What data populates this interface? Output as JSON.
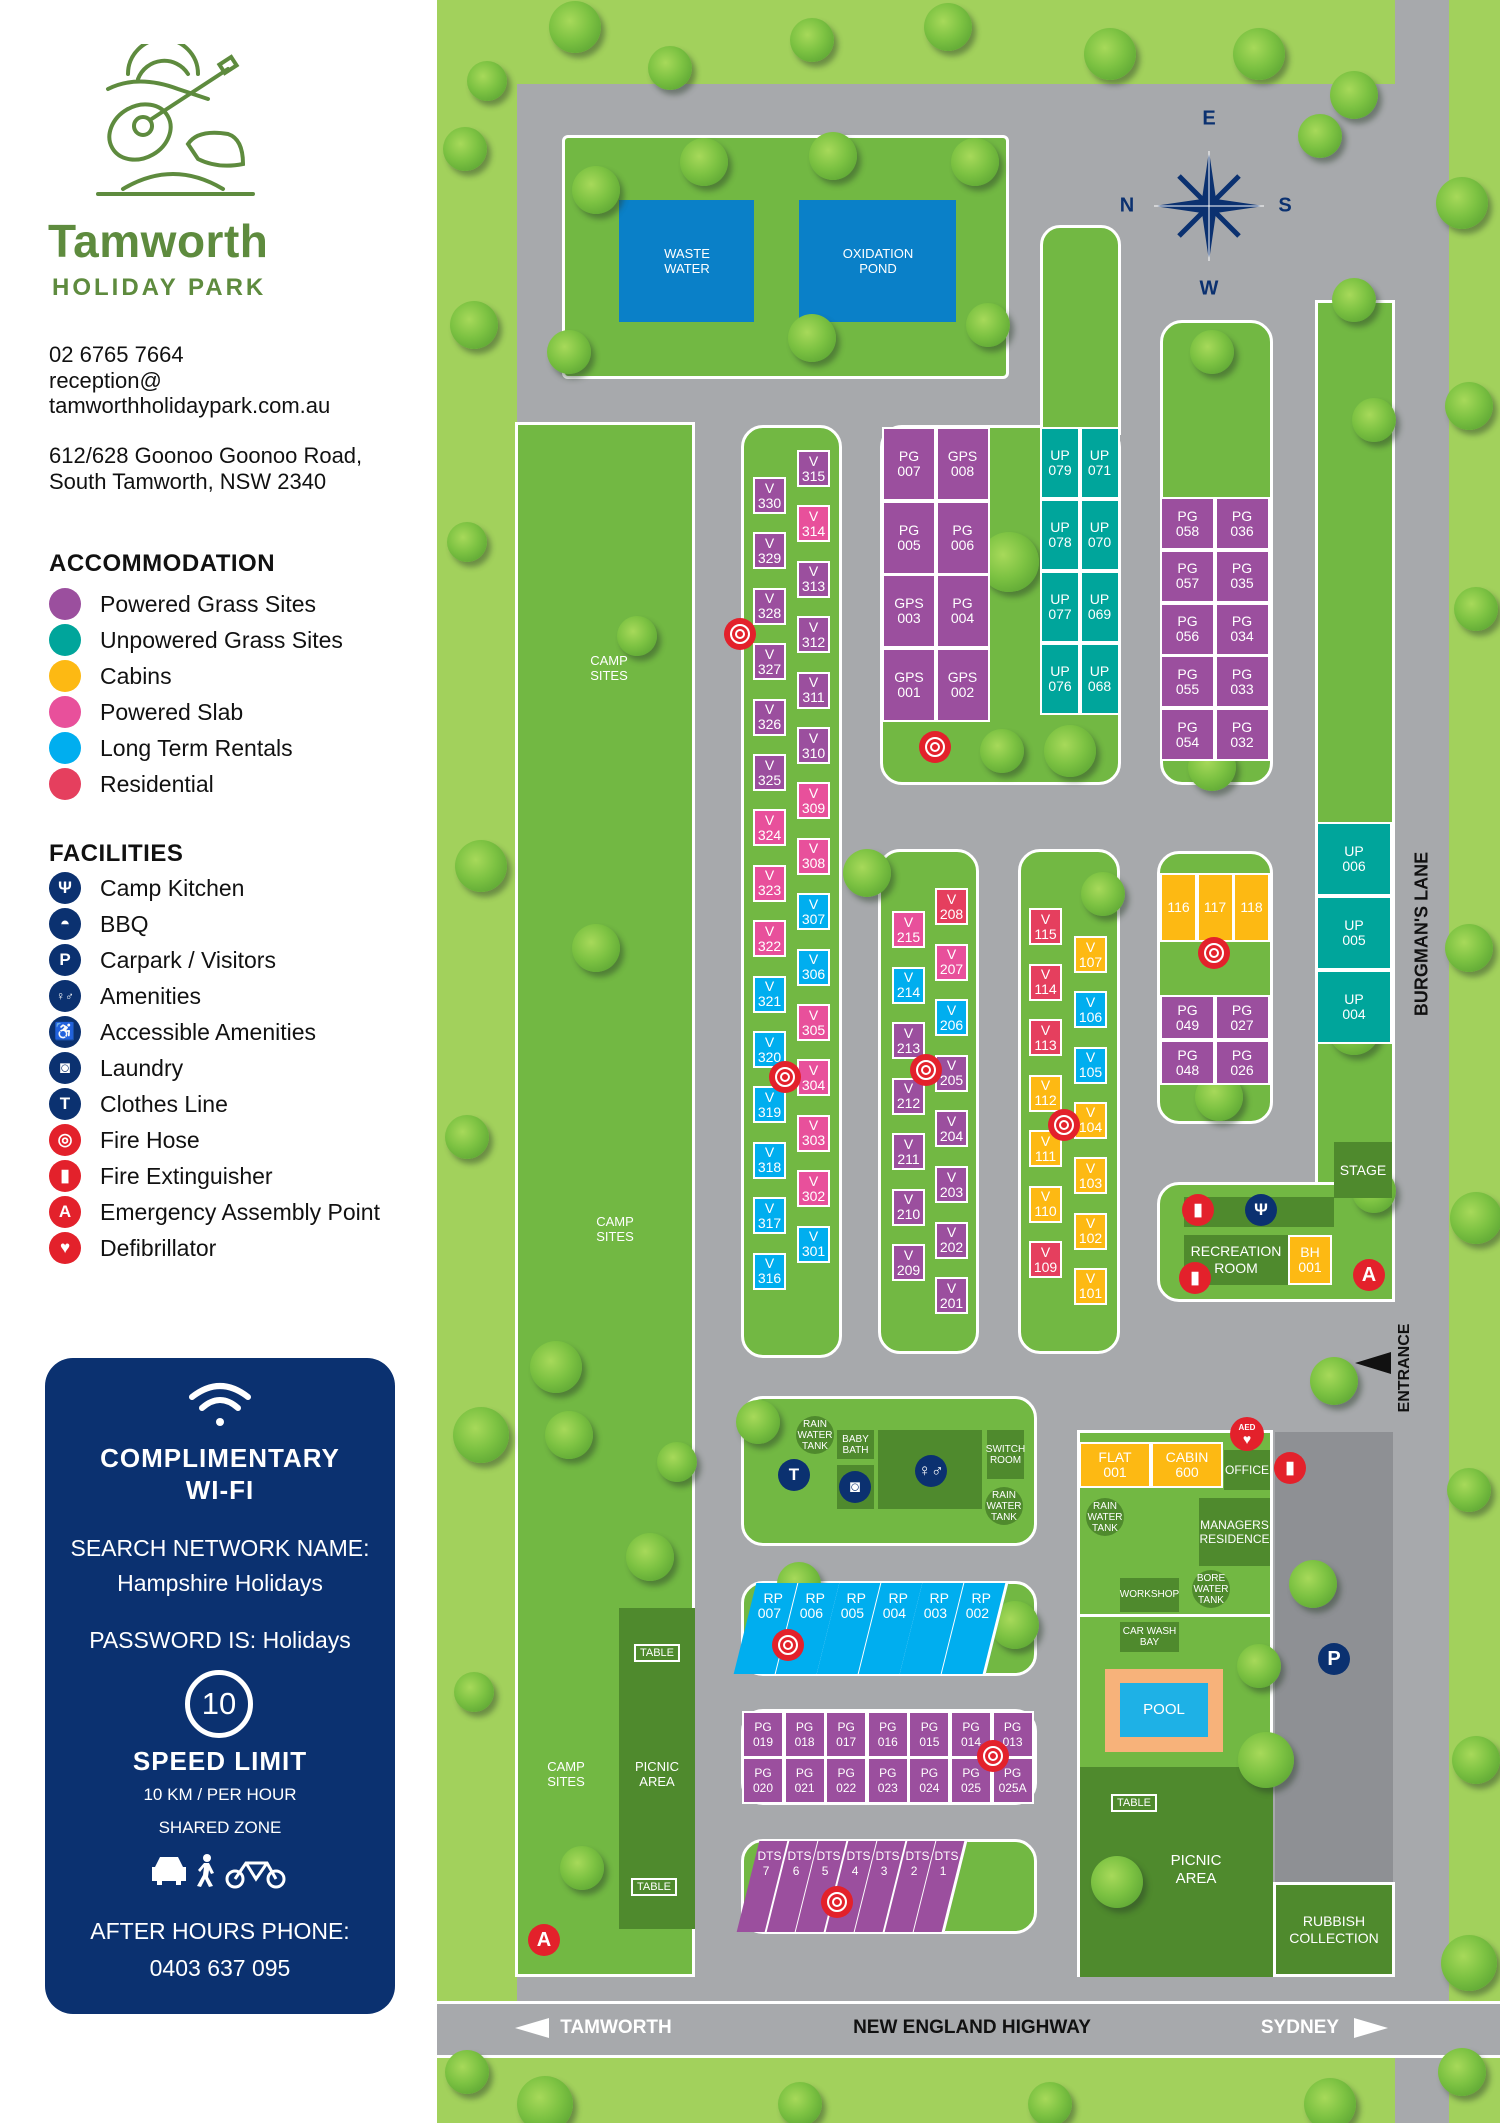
{
  "brand": {
    "name": "Tamworth",
    "subtitle": "HOLIDAY PARK",
    "logo_icon": "guitar-and-hat-logo",
    "color": "#5e8b3e"
  },
  "contact": {
    "phone": "02 6765 7664",
    "email_line1": "reception@",
    "email_line2": "tamworthholidaypark.com.au",
    "address_line1": "612/628 Goonoo Goonoo Road,",
    "address_line2": "South Tamworth, NSW 2340"
  },
  "accommodation": {
    "title": "ACCOMMODATION",
    "items": [
      {
        "label": "Powered Grass Sites",
        "color": "#9b4f9e"
      },
      {
        "label": "Unpowered Grass Sites",
        "color": "#00a59b"
      },
      {
        "label": "Cabins",
        "color": "#fdb913"
      },
      {
        "label": "Powered Slab",
        "color": "#e8509b"
      },
      {
        "label": "Long Term Rentals",
        "color": "#00aeef"
      },
      {
        "label": "Residential",
        "color": "#e53f5e"
      }
    ]
  },
  "facilities": {
    "title": "FACILITIES",
    "items": [
      {
        "label": "Camp Kitchen",
        "icon": "fork-knife-icon",
        "glyph": "Ψ"
      },
      {
        "label": "BBQ",
        "icon": "bbq-icon",
        "glyph": "◓"
      },
      {
        "label": "Carpark / Visitors",
        "icon": "parking-icon",
        "glyph": "P"
      },
      {
        "label": "Amenities",
        "icon": "toilets-icon",
        "glyph": "♀♂"
      },
      {
        "label": "Accessible Amenities",
        "icon": "wheelchair-icon",
        "glyph": "♿"
      },
      {
        "label": "Laundry",
        "icon": "washing-machine-icon",
        "glyph": "◙"
      },
      {
        "label": "Clothes Line",
        "icon": "shirt-icon",
        "glyph": "T"
      },
      {
        "label": "Fire Hose",
        "icon": "fire-hose-icon",
        "glyph": "◎"
      },
      {
        "label": "Fire Extinguisher",
        "icon": "fire-extinguisher-icon",
        "glyph": "▮"
      },
      {
        "label": "Emergency Assembly Point",
        "icon": "assembly-point-icon",
        "glyph": "A"
      },
      {
        "label": "Defibrillator",
        "icon": "defibrillator-icon",
        "glyph": "♥"
      }
    ]
  },
  "wifi": {
    "title1": "COMPLIMENTARY",
    "title2": "WI-FI",
    "network_label": "SEARCH NETWORK NAME:",
    "network_name": "Hampshire Holidays",
    "password": "PASSWORD IS: Holidays",
    "speed_value": "10",
    "speed_title": "SPEED LIMIT",
    "speed_unit": "10 KM / PER HOUR",
    "zone": "SHARED ZONE",
    "after_hours_label": "AFTER HOURS PHONE:",
    "after_hours_phone": "0403 637 095"
  },
  "colors": {
    "navy": "#0b3170",
    "grass": "#72b843",
    "road": "#a7a9ac",
    "fire": "#e3212b"
  },
  "map": {
    "compass": {
      "n": "N",
      "s": "S",
      "e": "E",
      "w": "W"
    },
    "roads": {
      "lane": "BURGMAN'S LANE",
      "entrance": "ENTRANCE",
      "highway": "NEW ENGLAND HIGHWAY",
      "left": "TAMWORTH",
      "right": "SYDNEY"
    },
    "labels": {
      "waste": "WASTE WATER",
      "oxidation": "OXIDATION POND",
      "camp1": "CAMP SITES",
      "camp2": "CAMP SITES",
      "camp3": "CAMP SITES",
      "picnic1": "PICNIC AREA",
      "picnic2": "PICNIC AREA",
      "table1": "TABLE",
      "table2": "TABLE",
      "table3": "TABLE",
      "rain1": "RAIN WATER TANK",
      "rain2": "RAIN WATER TANK",
      "rain3": "RAIN WATER TANK",
      "baby": "BABY BATH",
      "switch": "SWITCH ROOM",
      "office": "OFFICE",
      "managers": "MANAGERS RESIDENCE",
      "bore": "BORE WATER TANK",
      "workshop": "WORKSHOP",
      "carwash": "CAR WASH BAY",
      "pool": "POOL",
      "rubbish": "RUBBISH COLLECTION",
      "stage": "STAGE",
      "recreation": "RECREATION ROOM",
      "aed": "AED"
    },
    "sites": {
      "col300_left": [
        {
          "label": "V 330",
          "type": "pg"
        },
        {
          "label": "V 329",
          "type": "pg"
        },
        {
          "label": "V 328",
          "type": "pg"
        },
        {
          "label": "V 327",
          "type": "pg"
        },
        {
          "label": "V 326",
          "type": "pg"
        },
        {
          "label": "V 325",
          "type": "pg"
        },
        {
          "label": "V 324",
          "type": "slab"
        },
        {
          "label": "V 323",
          "type": "slab"
        },
        {
          "label": "V 322",
          "type": "slab"
        },
        {
          "label": "V 321",
          "type": "ltr"
        },
        {
          "label": "V 320",
          "type": "ltr"
        },
        {
          "label": "V 319",
          "type": "ltr"
        },
        {
          "label": "V 318",
          "type": "ltr"
        },
        {
          "label": "V 317",
          "type": "ltr"
        },
        {
          "label": "V 316",
          "type": "ltr"
        }
      ],
      "col300_right": [
        {
          "label": "V 315",
          "type": "pg"
        },
        {
          "label": "V 314",
          "type": "slab"
        },
        {
          "label": "V 313",
          "type": "pg"
        },
        {
          "label": "V 312",
          "type": "pg"
        },
        {
          "label": "V 311",
          "type": "pg"
        },
        {
          "label": "V 310",
          "type": "pg"
        },
        {
          "label": "V 309",
          "type": "slab"
        },
        {
          "label": "V 308",
          "type": "slab"
        },
        {
          "label": "V 307",
          "type": "ltr"
        },
        {
          "label": "V 306",
          "type": "ltr"
        },
        {
          "label": "V 305",
          "type": "slab"
        },
        {
          "label": "V 304",
          "type": "slab"
        },
        {
          "label": "V 303",
          "type": "slab"
        },
        {
          "label": "V 302",
          "type": "slab"
        },
        {
          "label": "V 301",
          "type": "ltr"
        }
      ],
      "col200_left": [
        {
          "label": "V 215",
          "type": "slab"
        },
        {
          "label": "V 214",
          "type": "ltr"
        },
        {
          "label": "V 213",
          "type": "pg"
        },
        {
          "label": "V 212",
          "type": "pg"
        },
        {
          "label": "V 211",
          "type": "pg"
        },
        {
          "label": "V 210",
          "type": "pg"
        },
        {
          "label": "V 209",
          "type": "pg"
        }
      ],
      "col200_right": [
        {
          "label": "V 208",
          "type": "res"
        },
        {
          "label": "V 207",
          "type": "slab"
        },
        {
          "label": "V 206",
          "type": "ltr"
        },
        {
          "label": "V 205",
          "type": "pg"
        },
        {
          "label": "V 204",
          "type": "pg"
        },
        {
          "label": "V 203",
          "type": "pg"
        },
        {
          "label": "V 202",
          "type": "pg"
        },
        {
          "label": "V 201",
          "type": "pg"
        }
      ],
      "col100_left": [
        {
          "label": "V 115",
          "type": "res"
        },
        {
          "label": "V 114",
          "type": "res"
        },
        {
          "label": "V 113",
          "type": "res"
        },
        {
          "label": "V 112",
          "type": "cab"
        },
        {
          "label": "V 111",
          "type": "cab"
        },
        {
          "label": "V 110",
          "type": "cab"
        },
        {
          "label": "V 109",
          "type": "res"
        }
      ],
      "col100_right": [
        {
          "label": "V 107",
          "type": "cab"
        },
        {
          "label": "V 106",
          "type": "ltr"
        },
        {
          "label": "V 105",
          "type": "ltr"
        },
        {
          "label": "V 104",
          "type": "cab"
        },
        {
          "label": "V 103",
          "type": "cab"
        },
        {
          "label": "V 102",
          "type": "cab"
        },
        {
          "label": "V 101",
          "type": "cab"
        }
      ],
      "pg_block": [
        {
          "label": "PG 007",
          "type": "pg"
        },
        {
          "label": "GPS 008",
          "type": "pg"
        },
        {
          "label": "PG 005",
          "type": "pg"
        },
        {
          "label": "PG 006",
          "type": "pg"
        },
        {
          "label": "GPS 003",
          "type": "pg"
        },
        {
          "label": "PG 004",
          "type": "pg"
        },
        {
          "label": "GPS 001",
          "type": "pg"
        },
        {
          "label": "GPS 002",
          "type": "pg"
        }
      ],
      "up_block": [
        {
          "label": "UP 079",
          "type": "up"
        },
        {
          "label": "UP 071",
          "type": "up"
        },
        {
          "label": "UP 078",
          "type": "up"
        },
        {
          "label": "UP 070",
          "type": "up"
        },
        {
          "label": "UP 077",
          "type": "up"
        },
        {
          "label": "UP 069",
          "type": "up"
        },
        {
          "label": "UP 076",
          "type": "up"
        },
        {
          "label": "UP 068",
          "type": "up"
        }
      ],
      "right_pg": [
        {
          "label": "PG 058",
          "type": "pg"
        },
        {
          "label": "PG 036",
          "type": "pg"
        },
        {
          "label": "PG 057",
          "type": "pg"
        },
        {
          "label": "PG 035",
          "type": "pg"
        },
        {
          "label": "PG 056",
          "type": "pg"
        },
        {
          "label": "PG 034",
          "type": "pg"
        },
        {
          "label": "PG 055",
          "type": "pg"
        },
        {
          "label": "PG 033",
          "type": "pg"
        },
        {
          "label": "PG 054",
          "type": "pg"
        },
        {
          "label": "PG 032",
          "type": "pg"
        }
      ],
      "cabins": [
        {
          "label": "116",
          "type": "cab"
        },
        {
          "label": "117",
          "type": "cab"
        },
        {
          "label": "118",
          "type": "cab"
        }
      ],
      "pg_small": [
        {
          "label": "PG 049",
          "type": "pg"
        },
        {
          "label": "PG 027",
          "type": "pg"
        },
        {
          "label": "PG 048",
          "type": "pg"
        },
        {
          "label": "PG 026",
          "type": "pg"
        }
      ],
      "up_lane": [
        {
          "label": "UP 006",
          "type": "up"
        },
        {
          "label": "UP 005",
          "type": "up"
        },
        {
          "label": "UP 004",
          "type": "up"
        }
      ],
      "bh": [
        {
          "label": "BH 001",
          "type": "cab"
        }
      ],
      "office_cabins": [
        {
          "label": "FLAT 001",
          "type": "cab"
        },
        {
          "label": "CABIN 600",
          "type": "cab"
        }
      ],
      "rp": [
        {
          "label": "RP 007",
          "type": "ltr"
        },
        {
          "label": "RP 006",
          "type": "ltr"
        },
        {
          "label": "RP 005",
          "type": "ltr"
        },
        {
          "label": "RP 004",
          "type": "ltr"
        },
        {
          "label": "RP 003",
          "type": "ltr"
        },
        {
          "label": "RP 002",
          "type": "ltr"
        }
      ],
      "pg_bottom": [
        {
          "label": "PG 019",
          "type": "pg"
        },
        {
          "label": "PG 018",
          "type": "pg"
        },
        {
          "label": "PG 017",
          "type": "pg"
        },
        {
          "label": "PG 016",
          "type": "pg"
        },
        {
          "label": "PG 015",
          "type": "pg"
        },
        {
          "label": "PG 014",
          "type": "pg"
        },
        {
          "label": "PG 013",
          "type": "pg"
        },
        {
          "label": "PG 020",
          "type": "pg"
        },
        {
          "label": "PG 021",
          "type": "pg"
        },
        {
          "label": "PG 022",
          "type": "pg"
        },
        {
          "label": "PG 023",
          "type": "pg"
        },
        {
          "label": "PG 024",
          "type": "pg"
        },
        {
          "label": "PG 025",
          "type": "pg"
        },
        {
          "label": "PG 025A",
          "type": "pg"
        }
      ],
      "dts": [
        {
          "label": "DTS 7",
          "type": "pg"
        },
        {
          "label": "DTS 6",
          "type": "pg"
        },
        {
          "label": "DTS 5",
          "type": "pg"
        },
        {
          "label": "DTS 4",
          "type": "pg"
        },
        {
          "label": "DTS 3",
          "type": "pg"
        },
        {
          "label": "DTS 2",
          "type": "pg"
        },
        {
          "label": "DTS 1",
          "type": "pg"
        }
      ]
    }
  }
}
